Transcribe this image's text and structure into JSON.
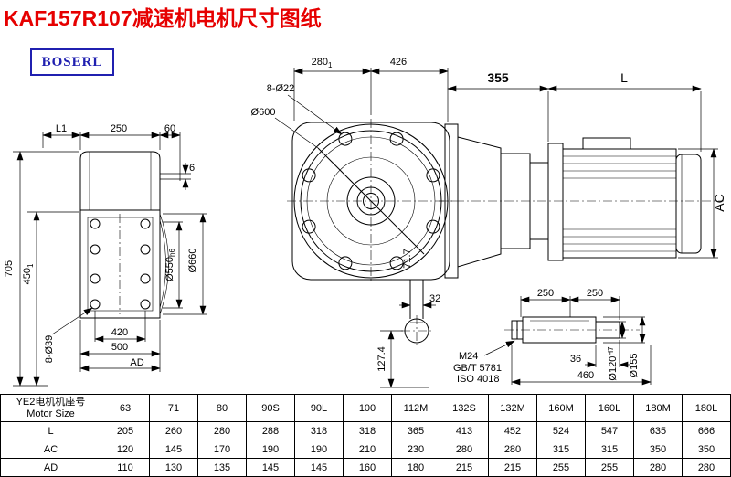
{
  "page": {
    "title": "KAF157R107减速机电机尺寸图纸",
    "logo": "BOSERL"
  },
  "drawing": {
    "front": {
      "dim_280": "280",
      "dim_280_tol": "1",
      "dim_426": "426",
      "holes": "8-Ø22",
      "dia_600": "Ø600",
      "dim_71_7": "71.7"
    },
    "motor": {
      "dim_355": "355",
      "dim_L": "L",
      "dim_AC": "AC"
    },
    "rear": {
      "dim_L1": "L1",
      "dim_250": "250",
      "dim_60": "60",
      "dim_6": "6",
      "dim_705": "705",
      "dim_450": "450",
      "dim_450_tol": "1",
      "dia_550": "Ø550",
      "dia_550_fit": "h6",
      "dia_660": "Ø660",
      "dim_420": "420",
      "dim_500": "500",
      "holes": "8-Ø39",
      "dim_AD": "AD"
    },
    "shaft_end": {
      "dim_32": "32",
      "dim_127_4": "127.4"
    },
    "shaft_detail": {
      "dim_250a": "250",
      "dim_250b": "250",
      "thread": "M24",
      "std_gb": "GB/T 5781",
      "std_iso": "ISO 4018",
      "dim_36": "36",
      "dim_460": "460",
      "dia_120": "Ø120",
      "dia_120_fit": "H7",
      "dia_155": "Ø155"
    }
  },
  "table": {
    "header_cn": "YE2电机机座号",
    "header_en": "Motor Size",
    "sizes": [
      "63",
      "71",
      "80",
      "90S",
      "90L",
      "100",
      "112M",
      "132S",
      "132M",
      "160M",
      "160L",
      "180M",
      "180L"
    ],
    "rows": [
      {
        "label": "L",
        "values": [
          "205",
          "260",
          "280",
          "288",
          "318",
          "318",
          "365",
          "413",
          "452",
          "524",
          "547",
          "635",
          "666"
        ]
      },
      {
        "label": "AC",
        "values": [
          "120",
          "145",
          "170",
          "190",
          "190",
          "210",
          "230",
          "280",
          "280",
          "315",
          "315",
          "350",
          "350"
        ]
      },
      {
        "label": "AD",
        "values": [
          "110",
          "130",
          "135",
          "145",
          "145",
          "160",
          "180",
          "215",
          "215",
          "255",
          "255",
          "280",
          "280"
        ]
      }
    ]
  }
}
